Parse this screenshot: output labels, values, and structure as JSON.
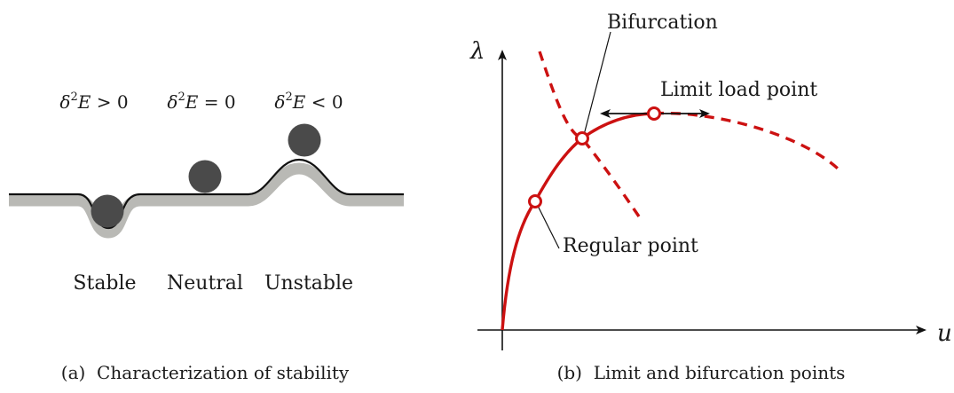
{
  "panel_a": {
    "conditions": [
      {
        "base": "δ",
        "exp": "2",
        "var": "E",
        "rel": " > 0"
      },
      {
        "base": "δ",
        "exp": "2",
        "var": "E",
        "rel": " = 0"
      },
      {
        "base": "δ",
        "exp": "2",
        "var": "E",
        "rel": " < 0"
      }
    ],
    "labels": [
      "Stable",
      "Neutral",
      "Unstable"
    ],
    "caption": "(a)  Characterization of stability",
    "colors": {
      "ground": "#b9b9b5",
      "ball": "#4a4a4a",
      "line": "#111111"
    }
  },
  "panel_b": {
    "axis_y": "λ",
    "axis_x": "u",
    "annotations": {
      "bifurcation": "Bifurcation",
      "limit_load": "Limit load point",
      "regular": "Regular point"
    },
    "caption": "(b)  Limit and bifurcation points",
    "colors": {
      "curve": "#cc1111",
      "axis": "#111111"
    }
  }
}
